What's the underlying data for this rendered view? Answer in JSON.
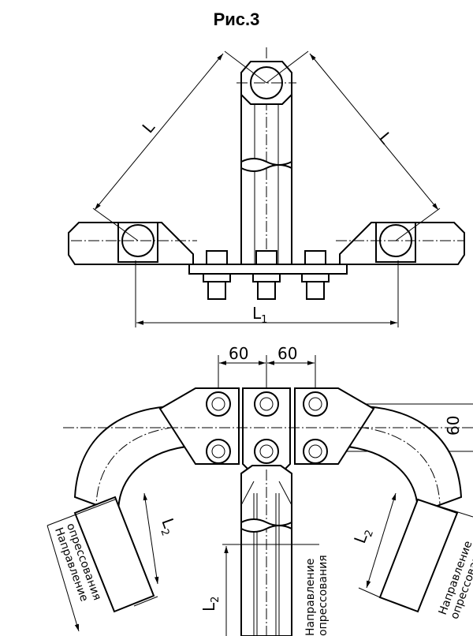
{
  "title": "Рис.3",
  "top_view": {
    "dim_L_left": "L",
    "dim_L_right": "L",
    "dim_L1_main": "L",
    "dim_L1_sub": "1"
  },
  "bottom_view": {
    "dim_60_left": "60",
    "dim_60_right": "60",
    "dim_60_vertical": "60",
    "dim_L2_left_main": "L",
    "dim_L2_left_sub": "2",
    "dim_L2_center_main": "L",
    "dim_L2_center_sub": "2",
    "dim_L2_right_main": "L",
    "dim_L2_right_sub": "2",
    "crimp_left_line1": "Направление",
    "crimp_left_line2": "опрессования",
    "crimp_center_line1": "Направление",
    "crimp_center_line2": "опрессования",
    "crimp_right_line1": "Направление",
    "crimp_right_line2": "опрессования"
  }
}
